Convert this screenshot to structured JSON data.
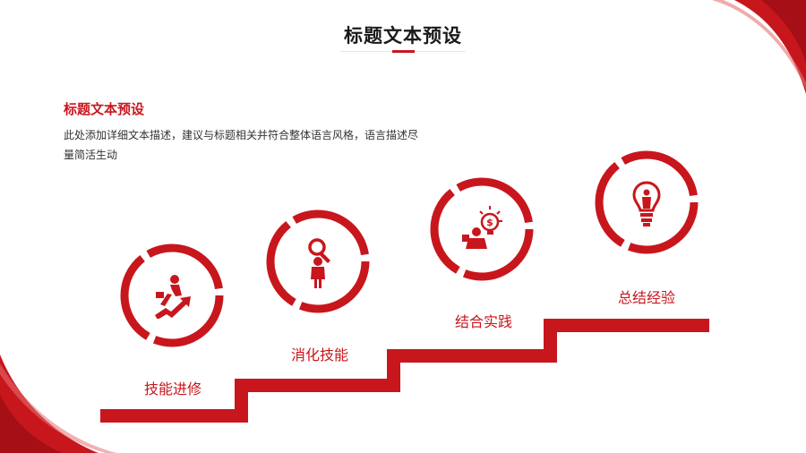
{
  "header": {
    "title": "标题文本预设"
  },
  "intro": {
    "heading": "标题文本预设",
    "body": "此处添加详细文本描述，建议与标题相关并符合整体语言风格，语言描述尽量简活生动"
  },
  "steps": [
    {
      "label": "技能进修",
      "icon": "running-man-arrow-icon"
    },
    {
      "label": "消化技能",
      "icon": "person-magnifier-icon"
    },
    {
      "label": "结合实践",
      "icon": "person-dollar-bulb-icon"
    },
    {
      "label": "总结经验",
      "icon": "lightbulb-person-icon"
    }
  ],
  "colors": {
    "accent": "#c8161d",
    "text_dark": "#1a1a1a",
    "text_body": "#333333"
  }
}
